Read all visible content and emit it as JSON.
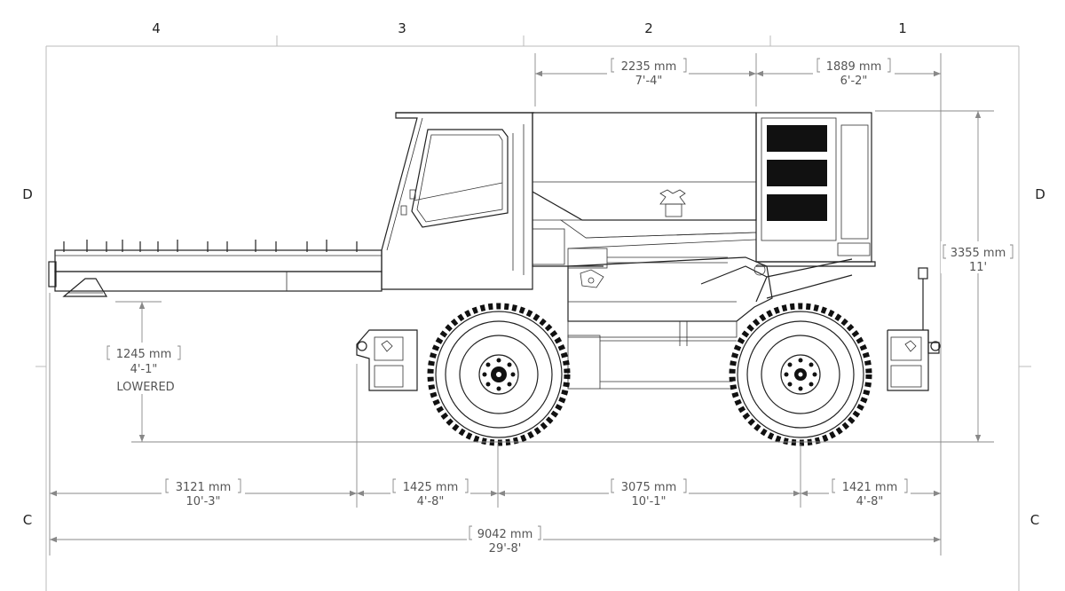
{
  "zones": {
    "top": [
      "4",
      "3",
      "2",
      "1"
    ],
    "left": [
      "D",
      "C"
    ],
    "right": [
      "D",
      "C"
    ]
  },
  "dimensions": {
    "cab_width": {
      "metric": "2235 mm",
      "imperial": "7'-4\""
    },
    "rear_box_width": {
      "metric": "1889 mm",
      "imperial": "6'-2\""
    },
    "overall_height": {
      "metric": "3355 mm",
      "imperial": "11'"
    },
    "deck_height": {
      "metric": "1245 mm",
      "imperial": "4'-1\"",
      "note": "LOWERED"
    },
    "front_overhang": {
      "metric": "3121 mm",
      "imperial": "10'-3\""
    },
    "front_axle_offset": {
      "metric": "1425 mm",
      "imperial": "4'-8\""
    },
    "wheelbase": {
      "metric": "3075 mm",
      "imperial": "10'-1\""
    },
    "rear_overhang": {
      "metric": "1421 mm",
      "imperial": "4'-8\""
    },
    "overall_length": {
      "metric": "9042 mm",
      "imperial": "29'-8'"
    }
  }
}
